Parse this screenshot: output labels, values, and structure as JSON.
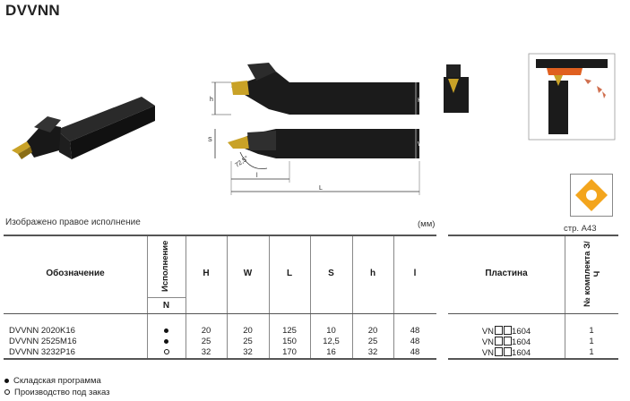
{
  "title": "DVVNN",
  "caption": "Изображено правое исполнение",
  "units": "(мм)",
  "insert_page_ref": "стр. A43",
  "dimension_labels": {
    "h": "h",
    "S": "S",
    "W": "W",
    "H": "H",
    "l": "l",
    "L": "L",
    "angle": "72,5°"
  },
  "table": {
    "columns": [
      "Обозначение",
      "Исполнение",
      "H",
      "W",
      "L",
      "S",
      "h",
      "l"
    ],
    "subheader_n": "N",
    "rows": [
      {
        "code": "DVVNN 2020K16",
        "avail": "filled",
        "H": "20",
        "W": "20",
        "L": "125",
        "S": "10",
        "h": "20",
        "l": "48"
      },
      {
        "code": "DVVNN 2525M16",
        "avail": "filled",
        "H": "25",
        "W": "25",
        "L": "150",
        "S": "12,5",
        "h": "25",
        "l": "48"
      },
      {
        "code": "DVVNN 3232P16",
        "avail": "open",
        "H": "32",
        "W": "32",
        "L": "170",
        "S": "16",
        "h": "32",
        "l": "48"
      }
    ]
  },
  "insert_table": {
    "col_plate": "Пластина",
    "col_set": "№ комплекта З/Ч",
    "rows": [
      {
        "plate_prefix": "VN",
        "plate_suffix": "1604",
        "set": "1"
      },
      {
        "plate_prefix": "VN",
        "plate_suffix": "1604",
        "set": "1"
      },
      {
        "plate_prefix": "VN",
        "plate_suffix": "1604",
        "set": "1"
      }
    ]
  },
  "legend": {
    "filled": "Складская программа",
    "open": "Производство под заказ"
  },
  "colors": {
    "tool_black": "#1b1b1b",
    "insert_gold": "#c9a227",
    "insert_orange": "#f3a51d",
    "text": "#222222"
  }
}
